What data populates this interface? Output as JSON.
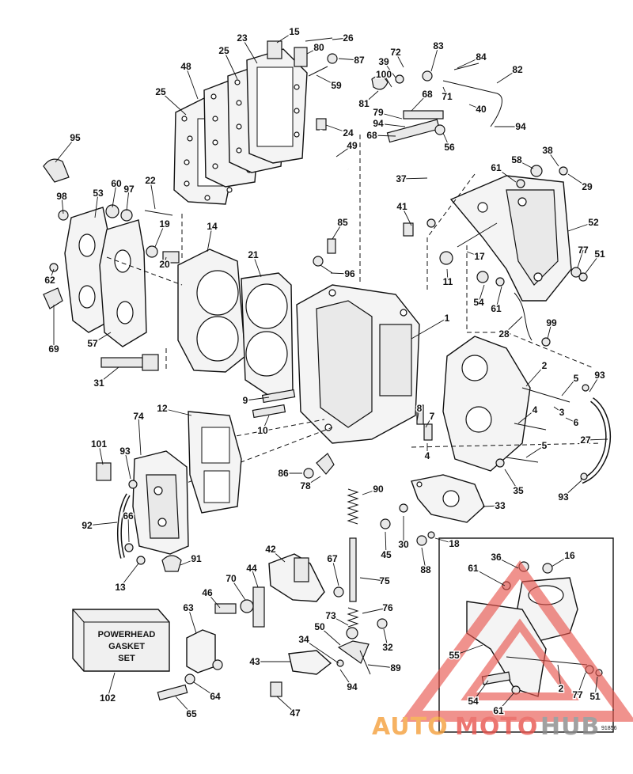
{
  "diagram": {
    "callouts": [
      {
        "id": "c95",
        "text": "95"
      },
      {
        "id": "c98",
        "text": "98"
      },
      {
        "id": "c53",
        "text": "53"
      },
      {
        "id": "c60",
        "text": "60"
      },
      {
        "id": "c97",
        "text": "97"
      },
      {
        "id": "c22",
        "text": "22"
      },
      {
        "id": "c19",
        "text": "19"
      },
      {
        "id": "c20",
        "text": "20"
      },
      {
        "id": "c14",
        "text": "14"
      },
      {
        "id": "c21",
        "text": "21"
      },
      {
        "id": "c62",
        "text": "62"
      },
      {
        "id": "c69",
        "text": "69"
      },
      {
        "id": "c57",
        "text": "57"
      },
      {
        "id": "c31",
        "text": "31"
      },
      {
        "id": "c48",
        "text": "48"
      },
      {
        "id": "c25a",
        "text": "25"
      },
      {
        "id": "c25b",
        "text": "25"
      },
      {
        "id": "c23",
        "text": "23"
      },
      {
        "id": "c15",
        "text": "15"
      },
      {
        "id": "c26",
        "text": "26"
      },
      {
        "id": "c80",
        "text": "80"
      },
      {
        "id": "c87",
        "text": "87"
      },
      {
        "id": "c59",
        "text": "59"
      },
      {
        "id": "c24",
        "text": "24"
      },
      {
        "id": "c49",
        "text": "49"
      },
      {
        "id": "c72",
        "text": "72"
      },
      {
        "id": "c83",
        "text": "83"
      },
      {
        "id": "c84",
        "text": "84"
      },
      {
        "id": "c39",
        "text": "39"
      },
      {
        "id": "c100",
        "text": "100"
      },
      {
        "id": "c82",
        "text": "82"
      },
      {
        "id": "c71",
        "text": "71"
      },
      {
        "id": "c68a",
        "text": "68"
      },
      {
        "id": "c81",
        "text": "81"
      },
      {
        "id": "c40",
        "text": "40"
      },
      {
        "id": "c79",
        "text": "79"
      },
      {
        "id": "c94a",
        "text": "94"
      },
      {
        "id": "c94b",
        "text": "94"
      },
      {
        "id": "c68b",
        "text": "68"
      },
      {
        "id": "c56",
        "text": "56"
      },
      {
        "id": "c37",
        "text": "37"
      },
      {
        "id": "c41",
        "text": "41"
      },
      {
        "id": "c38",
        "text": "38"
      },
      {
        "id": "c58",
        "text": "58"
      },
      {
        "id": "c61a",
        "text": "61"
      },
      {
        "id": "c29",
        "text": "29"
      },
      {
        "id": "c52",
        "text": "52"
      },
      {
        "id": "c85",
        "text": "85"
      },
      {
        "id": "c96",
        "text": "96"
      },
      {
        "id": "c17",
        "text": "17"
      },
      {
        "id": "c11",
        "text": "11"
      },
      {
        "id": "c77a",
        "text": "77"
      },
      {
        "id": "c51a",
        "text": "51"
      },
      {
        "id": "c54a",
        "text": "54"
      },
      {
        "id": "c61b",
        "text": "61"
      },
      {
        "id": "c28",
        "text": "28"
      },
      {
        "id": "c99",
        "text": "99"
      },
      {
        "id": "c1",
        "text": "1"
      },
      {
        "id": "c2",
        "text": "2"
      },
      {
        "id": "c5a",
        "text": "5"
      },
      {
        "id": "c93a",
        "text": "93"
      },
      {
        "id": "c3",
        "text": "3"
      },
      {
        "id": "c6",
        "text": "6"
      },
      {
        "id": "c4a",
        "text": "4"
      },
      {
        "id": "c27",
        "text": "27"
      },
      {
        "id": "c8",
        "text": "8"
      },
      {
        "id": "c7",
        "text": "7"
      },
      {
        "id": "c4b",
        "text": "4"
      },
      {
        "id": "c5b",
        "text": "5"
      },
      {
        "id": "c35",
        "text": "35"
      },
      {
        "id": "c93b",
        "text": "93"
      },
      {
        "id": "c9",
        "text": "9"
      },
      {
        "id": "c10",
        "text": "10"
      },
      {
        "id": "c12",
        "text": "12"
      },
      {
        "id": "c74",
        "text": "74"
      },
      {
        "id": "c101",
        "text": "101"
      },
      {
        "id": "c93c",
        "text": "93"
      },
      {
        "id": "c92",
        "text": "92"
      },
      {
        "id": "c66",
        "text": "66"
      },
      {
        "id": "c13",
        "text": "13"
      },
      {
        "id": "c91",
        "text": "91"
      },
      {
        "id": "c86",
        "text": "86"
      },
      {
        "id": "c78",
        "text": "78"
      },
      {
        "id": "c90",
        "text": "90"
      },
      {
        "id": "c33",
        "text": "33"
      },
      {
        "id": "c45",
        "text": "45"
      },
      {
        "id": "c30",
        "text": "30"
      },
      {
        "id": "c18",
        "text": "18"
      },
      {
        "id": "c88",
        "text": "88"
      },
      {
        "id": "c42",
        "text": "42"
      },
      {
        "id": "c67",
        "text": "67"
      },
      {
        "id": "c75",
        "text": "75"
      },
      {
        "id": "c46",
        "text": "46"
      },
      {
        "id": "c70",
        "text": "70"
      },
      {
        "id": "c44",
        "text": "44"
      },
      {
        "id": "c63",
        "text": "63"
      },
      {
        "id": "c73",
        "text": "73"
      },
      {
        "id": "c76",
        "text": "76"
      },
      {
        "id": "c50",
        "text": "50"
      },
      {
        "id": "c32",
        "text": "32"
      },
      {
        "id": "c34",
        "text": "34"
      },
      {
        "id": "c89",
        "text": "89"
      },
      {
        "id": "c43",
        "text": "43"
      },
      {
        "id": "c94c",
        "text": "94"
      },
      {
        "id": "c64",
        "text": "64"
      },
      {
        "id": "c65",
        "text": "65"
      },
      {
        "id": "c47",
        "text": "47"
      },
      {
        "id": "c102",
        "text": "102"
      },
      {
        "id": "c36",
        "text": "36"
      },
      {
        "id": "c16",
        "text": "16"
      },
      {
        "id": "c61c",
        "text": "61"
      },
      {
        "id": "c55",
        "text": "55"
      },
      {
        "id": "c2b",
        "text": "2"
      },
      {
        "id": "c77b",
        "text": "77"
      },
      {
        "id": "c51b",
        "text": "51"
      },
      {
        "id": "c54b",
        "text": "54"
      },
      {
        "id": "c61d",
        "text": "61"
      }
    ],
    "gasket_set_box": [
      "POWERHEAD",
      "GASKET",
      "SET"
    ],
    "figure_code": "91856",
    "watermark": {
      "part1": "AUTO",
      "part2": "MOTO",
      "part3": "HUB",
      "color_orange": "#f5a03c",
      "color_red": "#e8554e",
      "color_gray": "#8a8a8a"
    }
  }
}
